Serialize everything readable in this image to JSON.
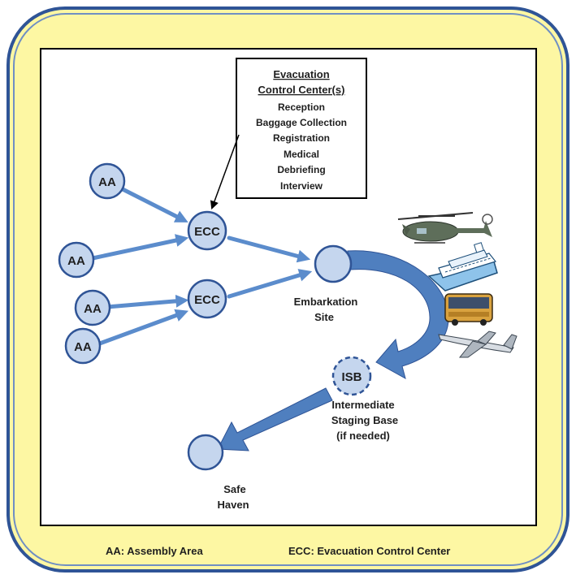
{
  "callout": {
    "title_line1": "Evacuation",
    "title_line2": "Control Center(s)",
    "items": [
      "Reception",
      "Baggage Collection",
      "Registration",
      "Medical",
      "Debriefing",
      "Interview"
    ]
  },
  "nodes": {
    "aa_label": "AA",
    "ecc_label": "ECC",
    "isb_label": "ISB"
  },
  "captions": {
    "embarkation_line1": "Embarkation",
    "embarkation_line2": "Site",
    "isb_line1": "Intermediate",
    "isb_line2": "Staging Base",
    "isb_line3": "(if needed)",
    "safe_haven_line1": "Safe",
    "safe_haven_line2": "Haven"
  },
  "legend": {
    "aa": "AA: Assembly Area",
    "ecc": "ECC: Evacuation Control Center"
  },
  "colors": {
    "frame_fill": "#fdf7a3",
    "frame_border": "#2f5496",
    "arrow": "#5b8ccc",
    "node_fill": "#c5d6ee",
    "node_stroke": "#2f5496"
  },
  "icons": [
    "helicopter-icon",
    "cruise-ship-icon",
    "bus-icon",
    "airplane-icon"
  ]
}
